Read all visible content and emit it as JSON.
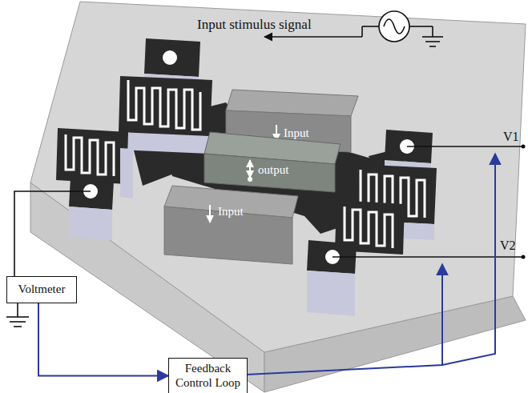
{
  "diagram": {
    "nodes": [
      {
        "text": [
          "Voltmeter"
        ]
      },
      {
        "text": [
          "Feedback Control Loop"
        ]
      }
    ],
    "edges": [
      {
        "from": 0,
        "to": 1,
        "arrow": "to"
      }
    ],
    "labels": [
      "Input stimulus signal",
      "V1",
      "Input",
      "output",
      "Input",
      "V2"
    ]
  }
}
